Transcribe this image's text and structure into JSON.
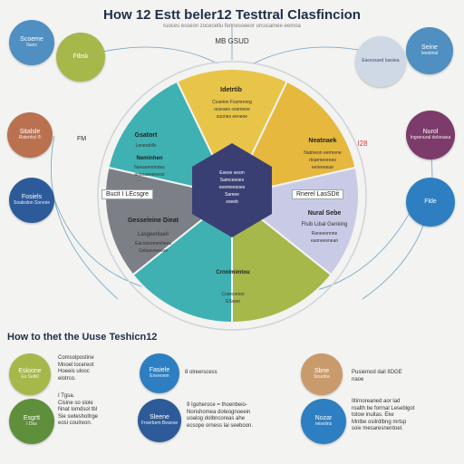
{
  "header": {
    "title": "How 12 Estt beler12 Testtral Clasfincion",
    "subtitle": "ruoces esseon zocecetiu fennesseeor urcscamee eemoa"
  },
  "wheel": {
    "center_label": "MB GSUD",
    "segments": [
      {
        "title": "Idetrtib",
        "lines": [
          "Coseion Fssmrenrg",
          "oosraes cesmeoe",
          "suones eeneoe"
        ]
      },
      {
        "title": "Neatnaek",
        "lines": [
          "Natmeon eermene",
          "rtoarmeoroeo",
          "eeoreeeue"
        ]
      },
      {
        "title": "Nural Sebe",
        "lines": [
          "Flsib Libal Genking",
          "Raneeonnne",
          "euoneesnean"
        ]
      },
      {
        "title": "Crnnlmimtou",
        "lines": [
          "Cosecreion",
          "GSwon"
        ]
      },
      {
        "title": "Gesseleine Dieat",
        "lines": [
          "Lasgeenlaeit",
          "Eacoseomentlees",
          "Celaaeseeoue"
        ]
      },
      {
        "title": "Gsatort",
        "lines": [
          "Lenerahlls"
        ]
      },
      {
        "title": "Neminhen",
        "lines": [
          "Noeseenmotes",
          "ooseaeneneoo"
        ]
      }
    ],
    "center_lines": [
      "Eseoe sesm",
      "Samceeoes",
      "oeemeesoes",
      "Samee",
      "soeeb"
    ],
    "left_tag": "Bucit I LEcsgre",
    "right_tag": "Rnerel LasSDit"
  },
  "bubbles_top": [
    {
      "title": "Scoeme",
      "sub": "Ilueis"
    },
    {
      "title": "Seine",
      "sub": "Ieestinal"
    },
    {
      "title": "Sitalsle",
      "sub": "Rstenhcl ®"
    },
    {
      "title": "Nurol",
      "sub": "Ingrenural dolonaea"
    },
    {
      "title": "Fosiels",
      "sub": "Soalxslon Sorvoie"
    },
    {
      "title": "Flde",
      "sub": "Eaceorasd Iassiea"
    }
  ],
  "labels": {
    "ft": "FM",
    "r12": "I28",
    "l1": "Ftbsk"
  },
  "section2": {
    "title": "How to thet the Uuse Teshicn12",
    "items": [
      {
        "circle_title": "Esloone",
        "circle_sub": "Es Seltill",
        "notes": [
          "Comsolpostine",
          "Mnoel locereot",
          "Hoeeis ulooc",
          "elotrco."
        ]
      },
      {
        "circle_title": "Esgrtt",
        "circle_sub": "I Das",
        "notes": [
          "I Tgsa.",
          "Clsine so slole",
          "Nnat lomdsol tbl",
          "Sie swtesholtrge",
          "eosi coulreon."
        ]
      },
      {
        "circle_title": "Fasiele",
        "circle_sub": "Eneeoem",
        "notes": [
          "8 olreerscess"
        ]
      },
      {
        "circle_title": "Sleene",
        "circle_sub": "Froerbem Beanoe",
        "notes": [
          "9 Igoheroce = thoenbeio-",
          "Nonshomea doteognoeein",
          "uoalog dolbncoreas ahe",
          "ecsope orness lai seeboon."
        ]
      },
      {
        "circle_title": "Sbne",
        "circle_sub": "Sourdre",
        "notes": [
          "Pusiemod dail IIDGE",
          "naoe"
        ]
      },
      {
        "circle_title": "Nozar",
        "circle_sub": "reiselins",
        "notes": [
          "Iltirnoreaned aor lad",
          "roalth be formal Leseblgot",
          "tolow inuitas. Eke",
          "Mnlbe osilrdlbng mrtsp",
          "soiv mesaresnentoel."
        ]
      }
    ]
  },
  "colors": {
    "yellow": "#e8c548",
    "yellow2": "#e6b83e",
    "teal": "#3fb1b2",
    "gray": "#7c7f86",
    "lilac": "#c9cbe6",
    "dark": "#3a3f73",
    "olive": "#a6b84a",
    "navy": "#2d5b9a",
    "terracotta": "#b97150",
    "purple": "#7c3b6a",
    "lightblue": "#8fbfe3",
    "sand": "#c99a6c"
  }
}
